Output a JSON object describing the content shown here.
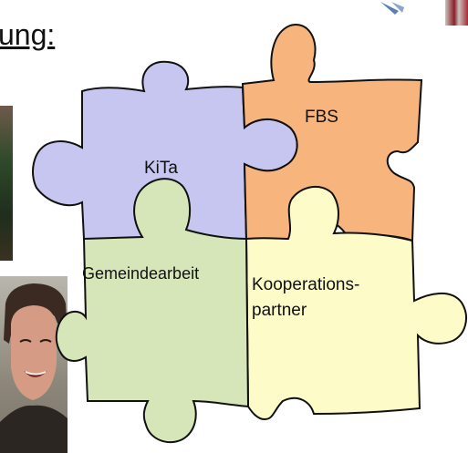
{
  "heading": "ung:",
  "pieces": {
    "kita": {
      "label": "KiTa",
      "color": "#c6c6f0"
    },
    "fbs": {
      "label": "FBS",
      "color": "#f7b47d"
    },
    "gemeinde": {
      "label": "Gemeindearbeit",
      "color": "#d7e6b8"
    },
    "partner": {
      "label_line1": "Kooperations-",
      "label_line2": "partner",
      "color": "#fdfcc8"
    }
  },
  "outline_color": "#111111",
  "background": "#ffffff"
}
